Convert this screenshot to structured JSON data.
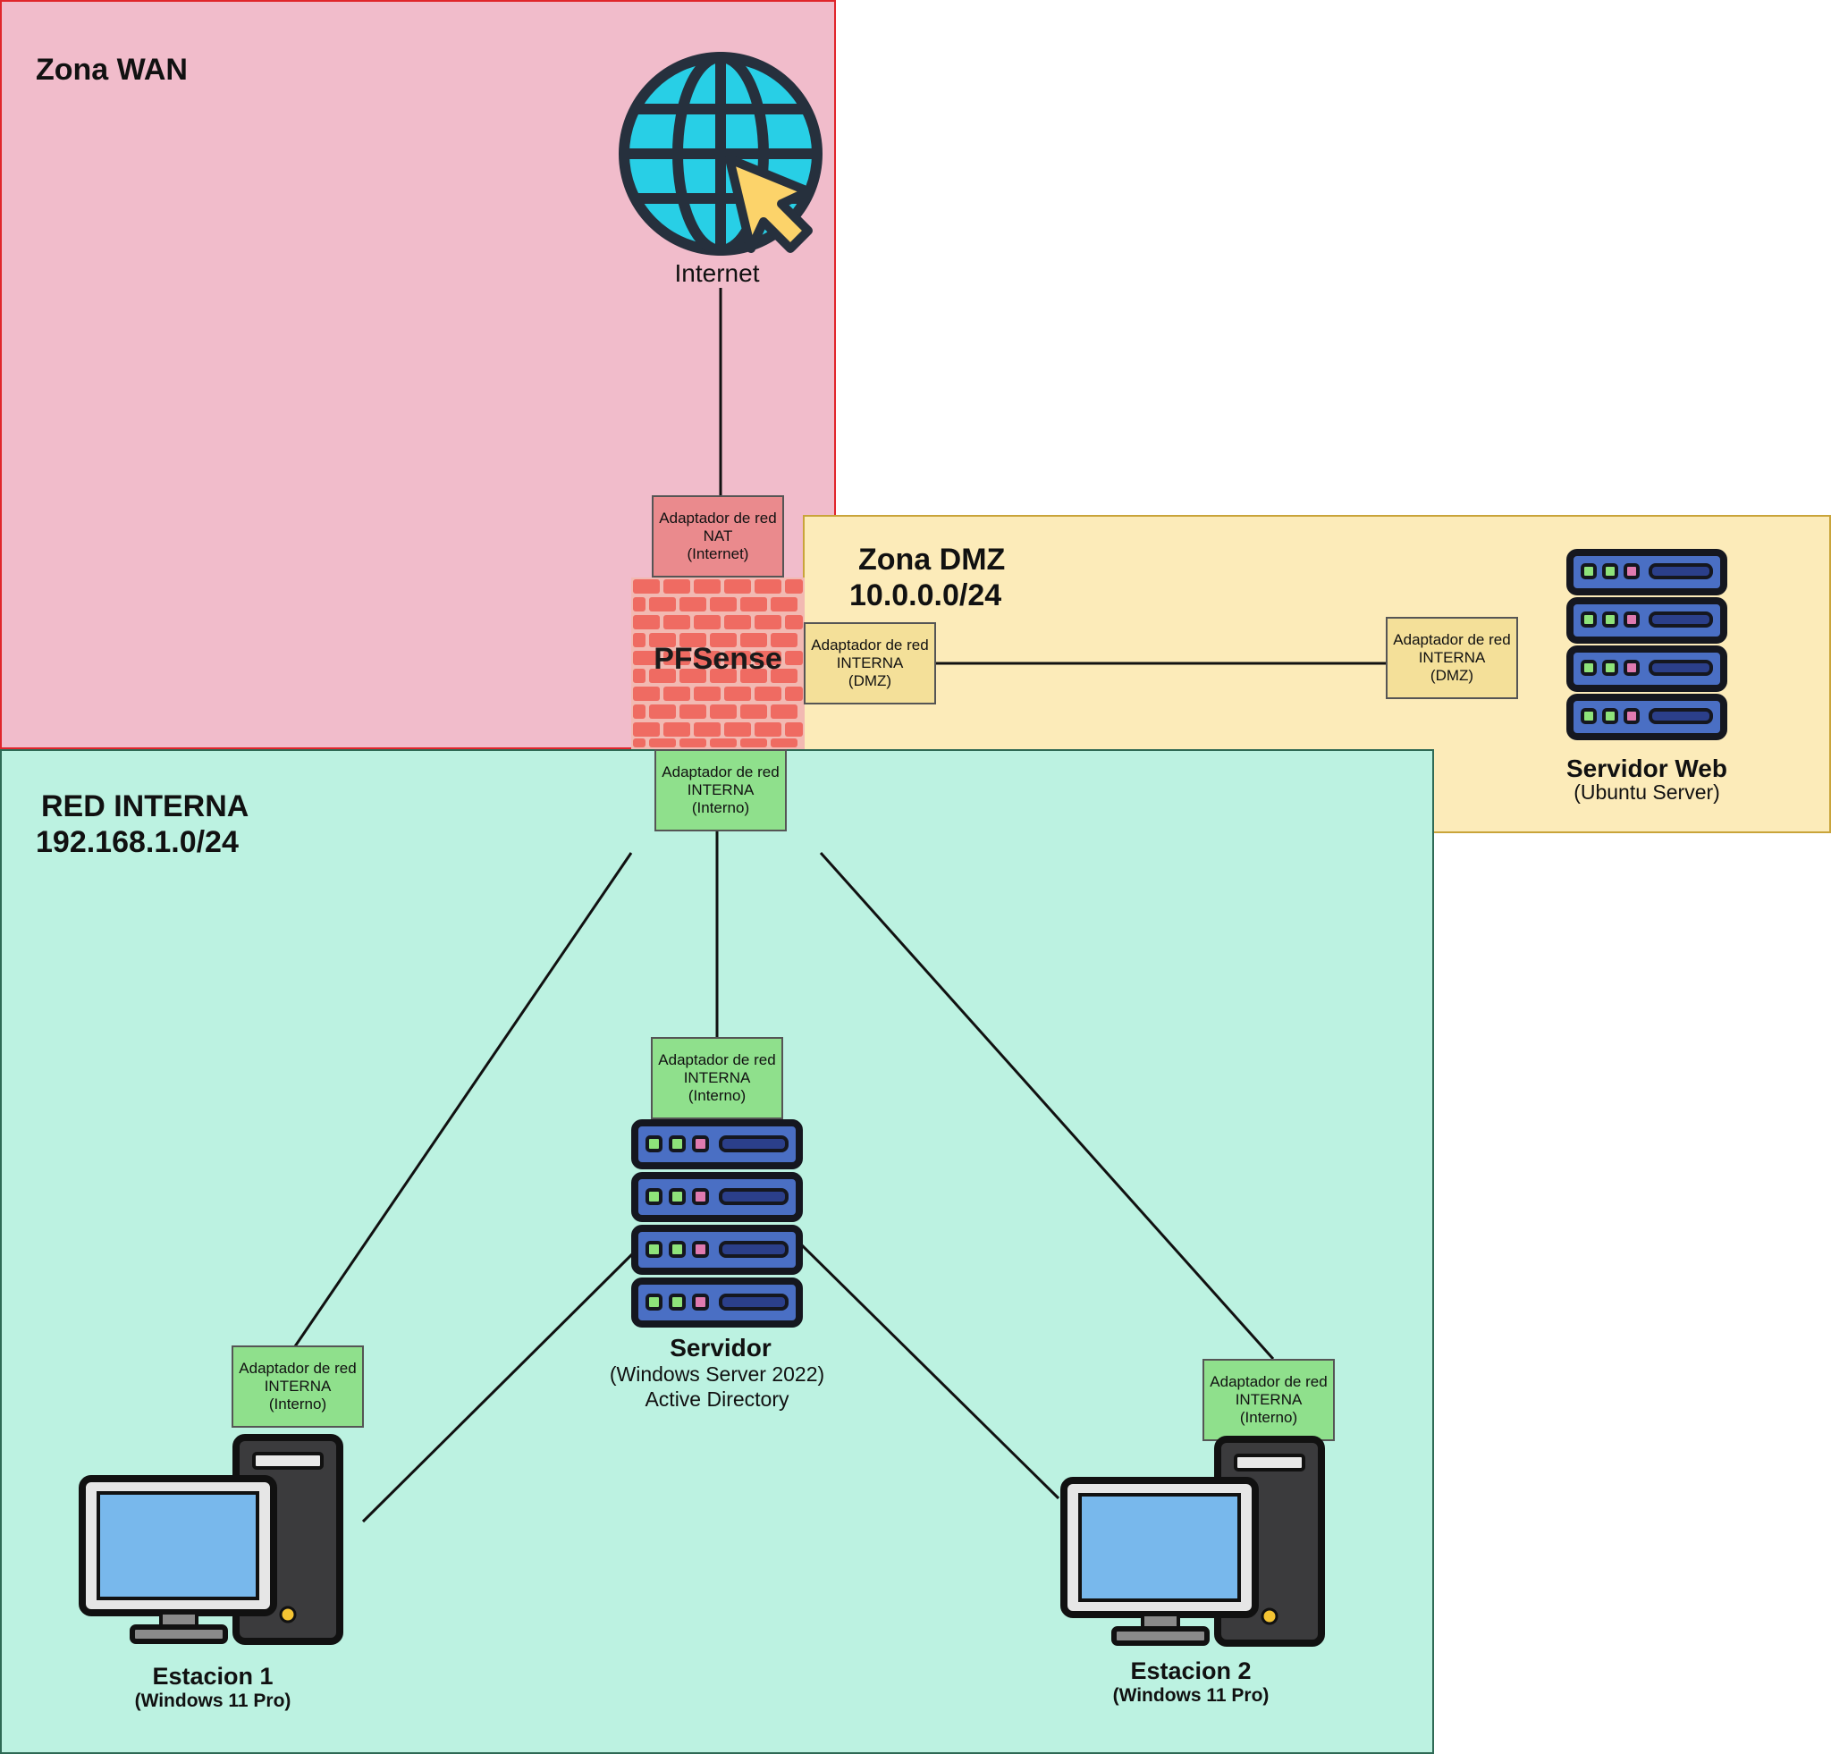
{
  "zones": {
    "wan": {
      "title": "Zona WAN"
    },
    "dmz": {
      "title": "Zona DMZ",
      "subnet": "10.0.0.0/24"
    },
    "internal": {
      "title": "RED INTERNA",
      "subnet": "192.168.1.0/24"
    }
  },
  "nodes": {
    "internet": {
      "label": "Internet",
      "icon": "globe-cursor-icon"
    },
    "firewall": {
      "label": "PFSense",
      "icon": "brick-firewall-icon"
    },
    "web_server": {
      "name": "Servidor Web",
      "os": "(Ubuntu Server)",
      "icon": "server-rack-icon"
    },
    "server": {
      "name": "Servidor",
      "os": "(Windows Server 2022)",
      "role": "Active Directory",
      "icon": "server-rack-icon"
    },
    "station1": {
      "name": "Estacion 1",
      "os": "(Windows 11 Pro)",
      "icon": "desktop-computer-icon"
    },
    "station2": {
      "name": "Estacion 2",
      "os": "(Windows 11 Pro)",
      "icon": "desktop-computer-icon"
    }
  },
  "adapters": {
    "nat": {
      "line1": "Adaptador de red",
      "line2": "NAT",
      "line3": "(Internet)"
    },
    "fw_dmz": {
      "line1": "Adaptador de red",
      "line2": "INTERNA",
      "line3": "(DMZ)"
    },
    "web_dmz": {
      "line1": "Adaptador de red",
      "line2": "INTERNA",
      "line3": "(DMZ)"
    },
    "fw_int": {
      "line1": "Adaptador de red",
      "line2": "INTERNA",
      "line3": "(Interno)"
    },
    "srv_int": {
      "line1": "Adaptador de red",
      "line2": "INTERNA",
      "line3": "(Interno)"
    },
    "st1_int": {
      "line1": "Adaptador de red",
      "line2": "INTERNA",
      "line3": "(Interno)"
    },
    "st2_int": {
      "line1": "Adaptador de red",
      "line2": "INTERNA",
      "line3": "(Interno)"
    }
  },
  "colors": {
    "wan_fill": "#f1bccb",
    "wan_border": "#e0252b",
    "dmz_fill": "#fcebb9",
    "dmz_border": "#c9a43a",
    "internal_fill": "#bcf2e1",
    "internal_border": "#2f6a55",
    "adapter_red": "#ea8a8d",
    "adapter_yellow": "#f4e099",
    "adapter_green": "#8fe08c",
    "brick": "#ef6b62",
    "server_blue": "#4a6fc4",
    "screen_blue": "#78b8ec"
  }
}
